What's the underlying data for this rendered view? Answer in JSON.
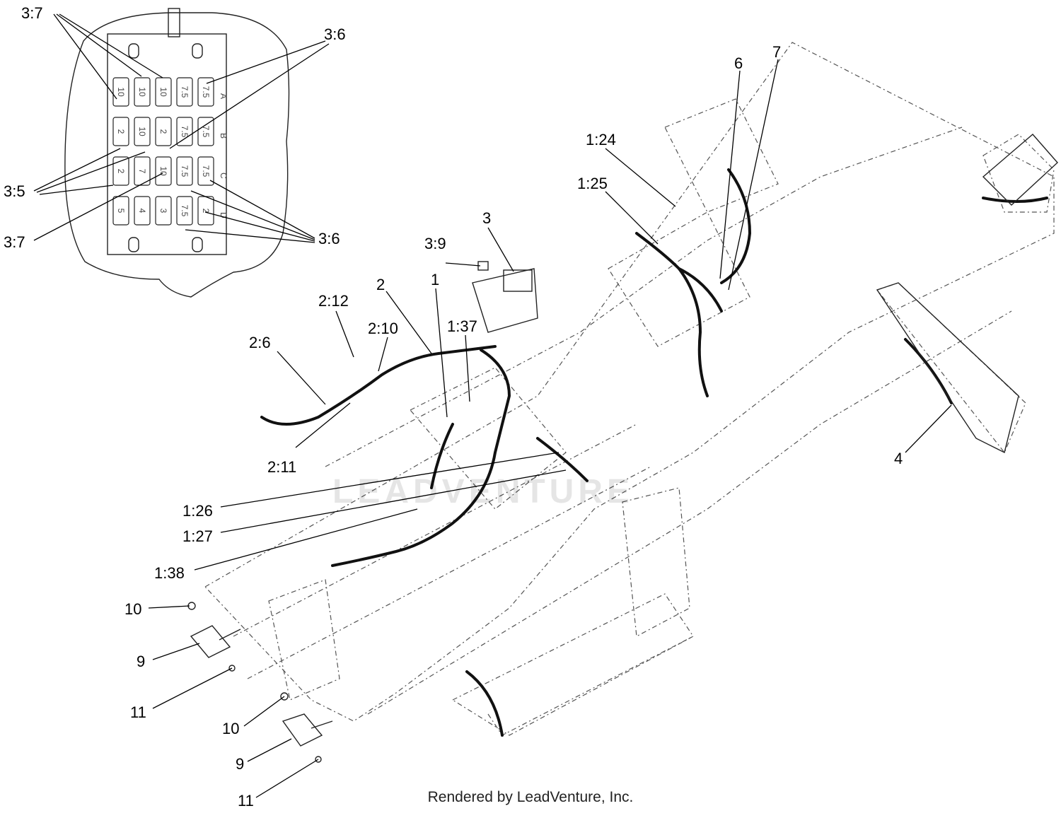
{
  "diagram": {
    "callouts": [
      {
        "id": "c-1",
        "text": "1"
      },
      {
        "id": "c-2",
        "text": "2"
      },
      {
        "id": "c-3",
        "text": "3"
      },
      {
        "id": "c-4",
        "text": "4"
      },
      {
        "id": "c-6",
        "text": "6"
      },
      {
        "id": "c-7",
        "text": "7"
      },
      {
        "id": "c-9a",
        "text": "9"
      },
      {
        "id": "c-9b",
        "text": "9"
      },
      {
        "id": "c-10a",
        "text": "10"
      },
      {
        "id": "c-10b",
        "text": "10"
      },
      {
        "id": "c-11a",
        "text": "11"
      },
      {
        "id": "c-11b",
        "text": "11"
      },
      {
        "id": "c-1-24",
        "text": "1:24"
      },
      {
        "id": "c-1-25",
        "text": "1:25"
      },
      {
        "id": "c-1-26",
        "text": "1:26"
      },
      {
        "id": "c-1-27",
        "text": "1:27"
      },
      {
        "id": "c-1-37",
        "text": "1:37"
      },
      {
        "id": "c-1-38",
        "text": "1:38"
      },
      {
        "id": "c-2-6",
        "text": "2:6"
      },
      {
        "id": "c-2-10",
        "text": "2:10"
      },
      {
        "id": "c-2-11",
        "text": "2:11"
      },
      {
        "id": "c-2-12",
        "text": "2:12"
      },
      {
        "id": "c-3-5",
        "text": "3:5"
      },
      {
        "id": "c-3-6a",
        "text": "3:6"
      },
      {
        "id": "c-3-6b",
        "text": "3:6"
      },
      {
        "id": "c-3-7a",
        "text": "3:7"
      },
      {
        "id": "c-3-7b",
        "text": "3:7"
      },
      {
        "id": "c-3-9",
        "text": "3:9"
      }
    ],
    "fuse_block": {
      "row_letters": [
        "A",
        "B",
        "C",
        "D"
      ],
      "rows": [
        [
          "10",
          "10",
          "10",
          "7.5",
          "7.5"
        ],
        [
          "2",
          "10",
          "2",
          "7.5",
          "7.5"
        ],
        [
          "2",
          "7",
          "10",
          "7.5",
          "7.5"
        ],
        [
          "5",
          "4",
          "3",
          "7.5",
          "2"
        ]
      ]
    },
    "watermark": "LEADVENTURE",
    "footer": "Rendered by LeadVenture, Inc."
  }
}
